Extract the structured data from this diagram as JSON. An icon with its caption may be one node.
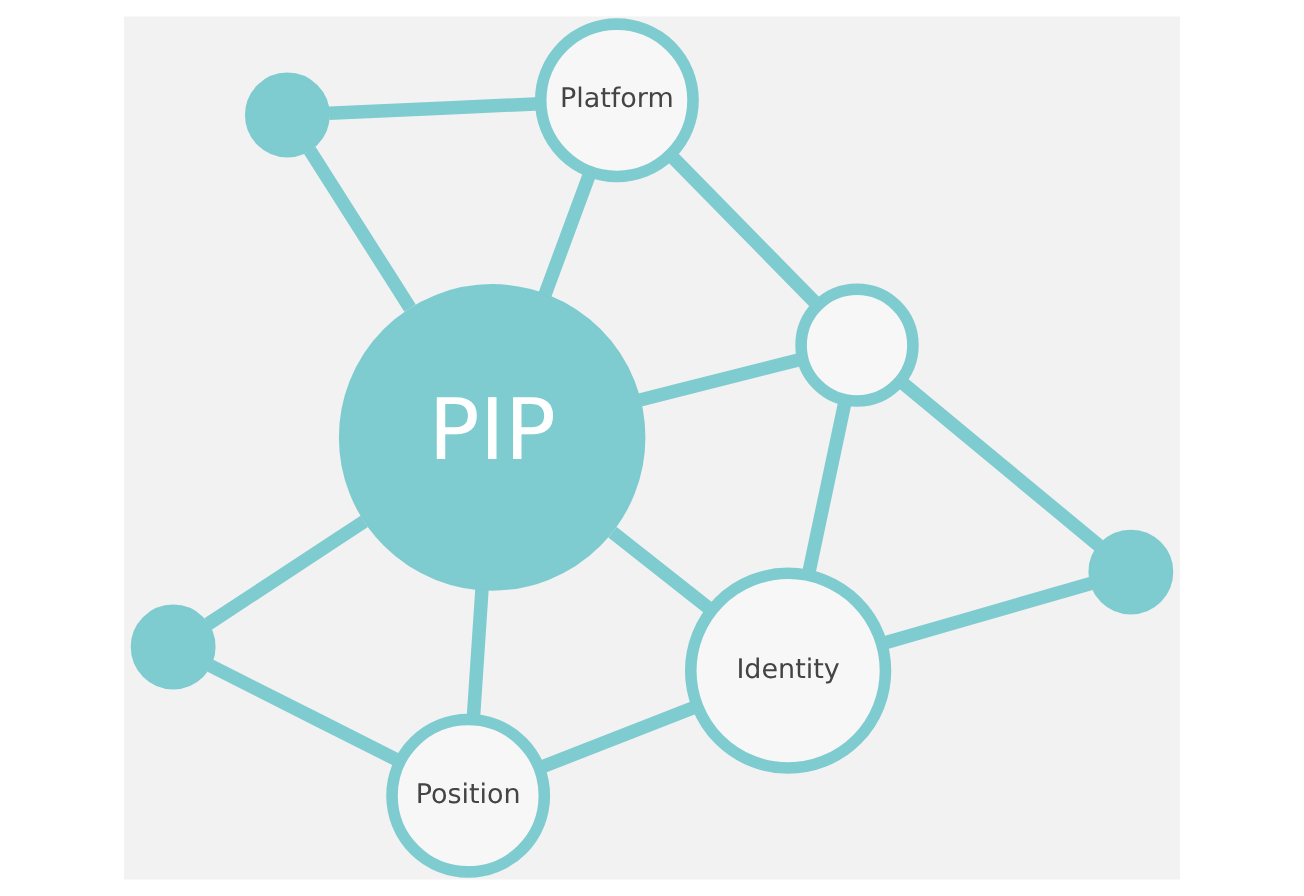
{
  "diagram": {
    "nodes": [
      {
        "text": [
          "PIP"
        ]
      },
      {
        "text": [],
        "shape": "circle"
      },
      {
        "text": [],
        "shape": "circle"
      },
      {
        "text": [
          "Platform"
        ]
      },
      {
        "text": [
          "Position"
        ]
      },
      {
        "text": [],
        "shape": "circle"
      },
      {
        "text": [
          "Identity"
        ]
      },
      {
        "text": [],
        "shape": "circle"
      }
    ],
    "edges": [
      {
        "from": 0,
        "to": 1,
        "arrow": "none"
      },
      {
        "from": 1,
        "to": 3,
        "arrow": "none"
      },
      {
        "from": 0,
        "to": 3,
        "arrow": "none"
      },
      {
        "from": 0,
        "to": 2,
        "arrow": "none"
      },
      {
        "from": 2,
        "to": 4,
        "arrow": "none"
      },
      {
        "from": 0,
        "to": 4,
        "arrow": "none"
      },
      {
        "from": 0,
        "to": 6,
        "arrow": "none"
      },
      {
        "from": 4,
        "to": 6,
        "arrow": "none"
      },
      {
        "from": 0,
        "to": 5,
        "arrow": "none"
      },
      {
        "from": 5,
        "to": 3,
        "arrow": "none"
      },
      {
        "from": 6,
        "to": 5,
        "arrow": "none"
      },
      {
        "from": 5,
        "to": 7,
        "arrow": "none"
      },
      {
        "from": 6,
        "to": 7,
        "arrow": "none"
      }
    ]
  }
}
